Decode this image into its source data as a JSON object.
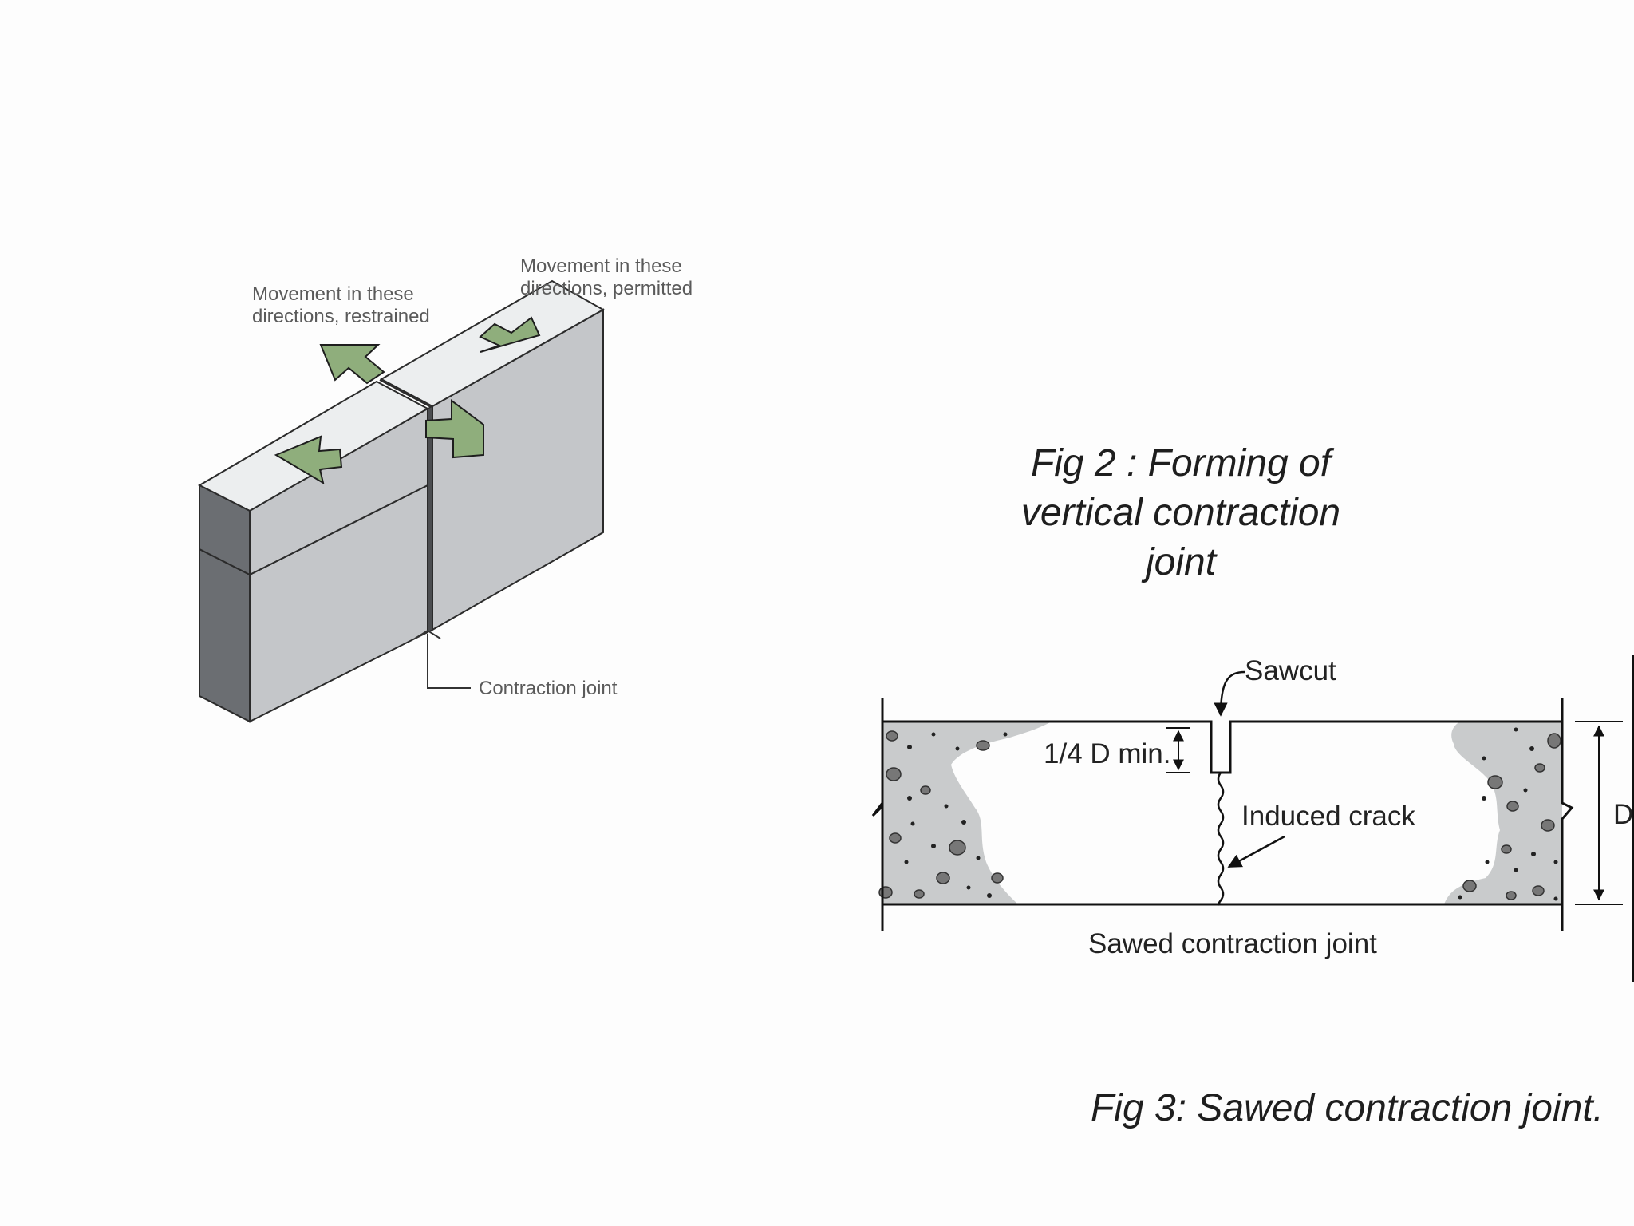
{
  "fig2": {
    "label_restrained": [
      "Movement in these",
      "directions, restrained"
    ],
    "label_permitted": [
      "Movement in these",
      "directions, permitted"
    ],
    "label_joint": "Contraction joint",
    "caption_lines": [
      "Fig 2 : Forming of",
      "vertical contraction",
      "joint"
    ]
  },
  "fig3": {
    "label_sawcut": "Sawcut",
    "label_depth_min": "1/4 D min.",
    "label_crack": "Induced crack",
    "label_depth": "D",
    "label_joint": "Sawed contraction joint",
    "caption": "Fig 3: Sawed contraction joint."
  },
  "colors": {
    "arrow_green": "#8fae7c",
    "wall_face": "#c4c6c9",
    "wall_top": "#eceeef",
    "wall_side": "#6b6e72",
    "concrete_fill": "#c9cbcc"
  },
  "icons": {
    "movement_arrows": "block-arrow-icon",
    "break_lines": "zigzag-break-icon"
  }
}
